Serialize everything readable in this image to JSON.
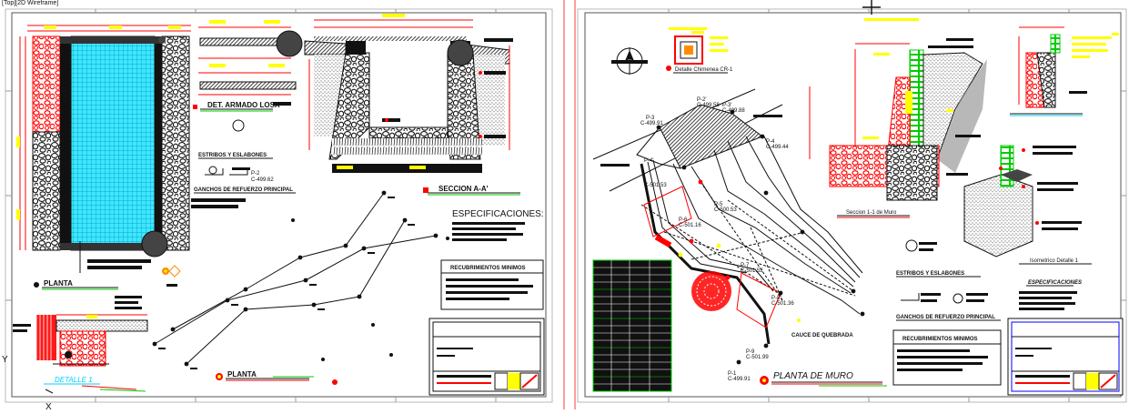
{
  "viewport_label": "[Top][2D Wireframe]",
  "left_sheet": {
    "det_armado_losa": "DET. ARMADO LOSA",
    "estribos_eslabones": "ESTRIBOS Y ESLABONES",
    "ganchos_refuerzo": "GANCHOS DE REFUERZO PRINCIPAL",
    "seccion": "SECCION A-A'",
    "especificaciones": "ESPECIFICACIONES:",
    "recubrimientos": "RECUBRIMIENTOS MINIMOS",
    "planta_1": "PLANTA",
    "planta_2": "PLANTA",
    "detalle": "DETALLE 1",
    "point_label": "P-2",
    "point_cota": "C-499.62"
  },
  "right_sheet": {
    "detalle_chimenea": "Detalle Chimenea CR-1",
    "planta_muro": "PLANTA DE MURO",
    "cauce_quebrada": "CAUCE DE QUEBRADA",
    "estribos_eslabones": "ESTRIBOS Y ESLABONES",
    "ganchos_refuerzo": "GANCHOS DE REFUERZO PRINCIPAL",
    "especificaciones": "ESPECIFICACIONES",
    "recubrimientos": "RECUBRIMIENTOS MINIMOS",
    "seccion_muro": "Seccion 1-1 de Muro",
    "isometrico": "Isometrico Detalle 1",
    "points": [
      {
        "name": "P-3",
        "cota": "C-499.91"
      },
      {
        "name": "P-2'",
        "cota": "C-499.58"
      },
      {
        "name": "P-3'",
        "cota": "C-499.88"
      },
      {
        "name": "P-4",
        "cota": "C-499.44"
      },
      {
        "name": "P-4'",
        "cota": "C-501.53"
      },
      {
        "name": "P-5",
        "cota": "C-500.53"
      },
      {
        "name": "P-6",
        "cota": "C-501.16"
      },
      {
        "name": "P-7",
        "cota": "C-501.52"
      },
      {
        "name": "P-8",
        "cota": "C-501.36"
      },
      {
        "name": "P-9",
        "cota": "C-501.99"
      },
      {
        "name": "P-1",
        "cota": "C-499.91"
      }
    ]
  }
}
